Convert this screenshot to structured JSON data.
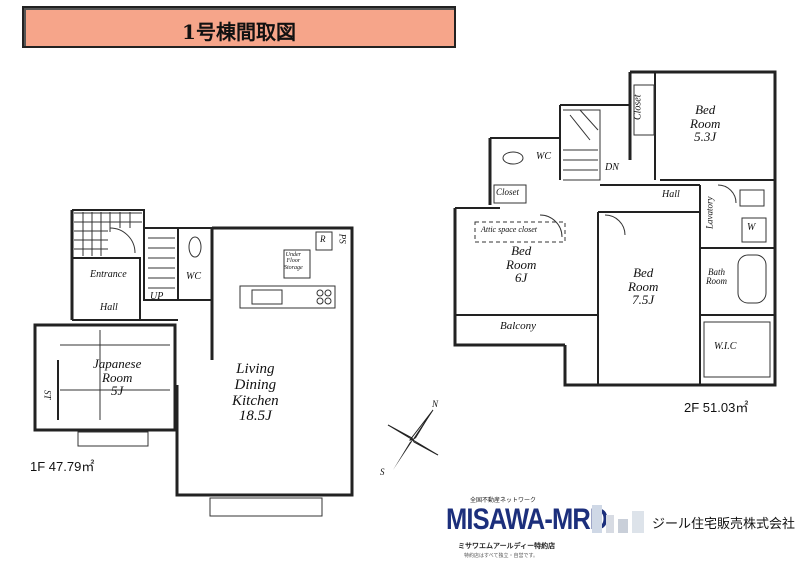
{
  "title": "1号棟間取図",
  "floor1": {
    "area_label": "1F  47.79㎡",
    "rooms": {
      "entrance": "Entrance",
      "hall": "Hall",
      "wc": "WC",
      "up": "UP",
      "japanese_room": "Japanese\nRoom\n5J",
      "st": "ST",
      "ldk": "Living\nDining\nKitchen\n18.5J",
      "under_floor": "Under\nFloor\nStorage",
      "r": "R",
      "ps": "PS"
    }
  },
  "floor2": {
    "area_label": "2F  51.03㎡",
    "rooms": {
      "bedroom_53": "Bed\nRoom\n5.3J",
      "closet_top": "Closet",
      "wc": "WC",
      "dn": "DN",
      "closet_left": "Closet",
      "hall": "Hall",
      "attic": "Attic space closet",
      "bedroom_6": "Bed\nRoom\n6J",
      "bedroom_75": "Bed\nRoom\n7.5J",
      "lavatory": "Lavatory",
      "w": "W",
      "bathroom": "Bath\nRoom",
      "balcony": "Balcony",
      "wic": "W.I.C"
    }
  },
  "compass": {
    "n": "N",
    "s": "S"
  },
  "footer": {
    "network": "全国不動産ネットワーク",
    "brand": "MISAWA-MRD",
    "brand_sub": "ミサワエムアールディー特約店",
    "brand_note": "特約店はすべて独立・自営です。",
    "company": "ジール住宅販売株式会社"
  }
}
